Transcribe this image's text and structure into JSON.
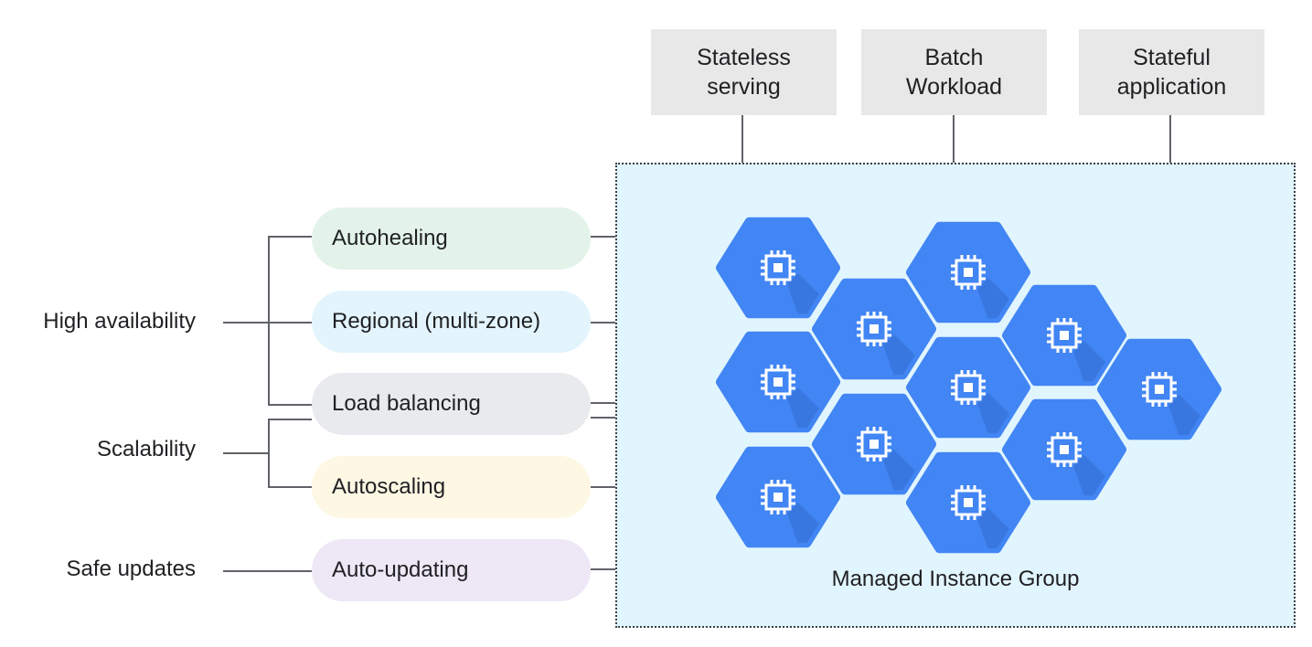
{
  "workloads": [
    {
      "line1": "Stateless",
      "line2": "serving"
    },
    {
      "line1": "Batch",
      "line2": "Workload"
    },
    {
      "line1": "Stateful",
      "line2": "application"
    }
  ],
  "categories": {
    "high_availability": "High availability",
    "scalability": "Scalability",
    "safe_updates": "Safe updates"
  },
  "features": [
    {
      "label": "Autohealing",
      "color": "#e3f3ea"
    },
    {
      "label": "Regional (multi-zone)",
      "color": "#e3f4fc"
    },
    {
      "label": "Load balancing",
      "color": "#e8eaed"
    },
    {
      "label": "Autoscaling",
      "color": "#fdf7e3"
    },
    {
      "label": "Auto-updating",
      "color": "#ede7f6"
    }
  ],
  "group": {
    "label": "Managed Instance Group",
    "background": "#e1f5fe",
    "hex_color": "#4285f4",
    "hex_shadow": "#3b78e7",
    "instance_icon": "cpu-chip-icon",
    "instance_count": 11
  }
}
